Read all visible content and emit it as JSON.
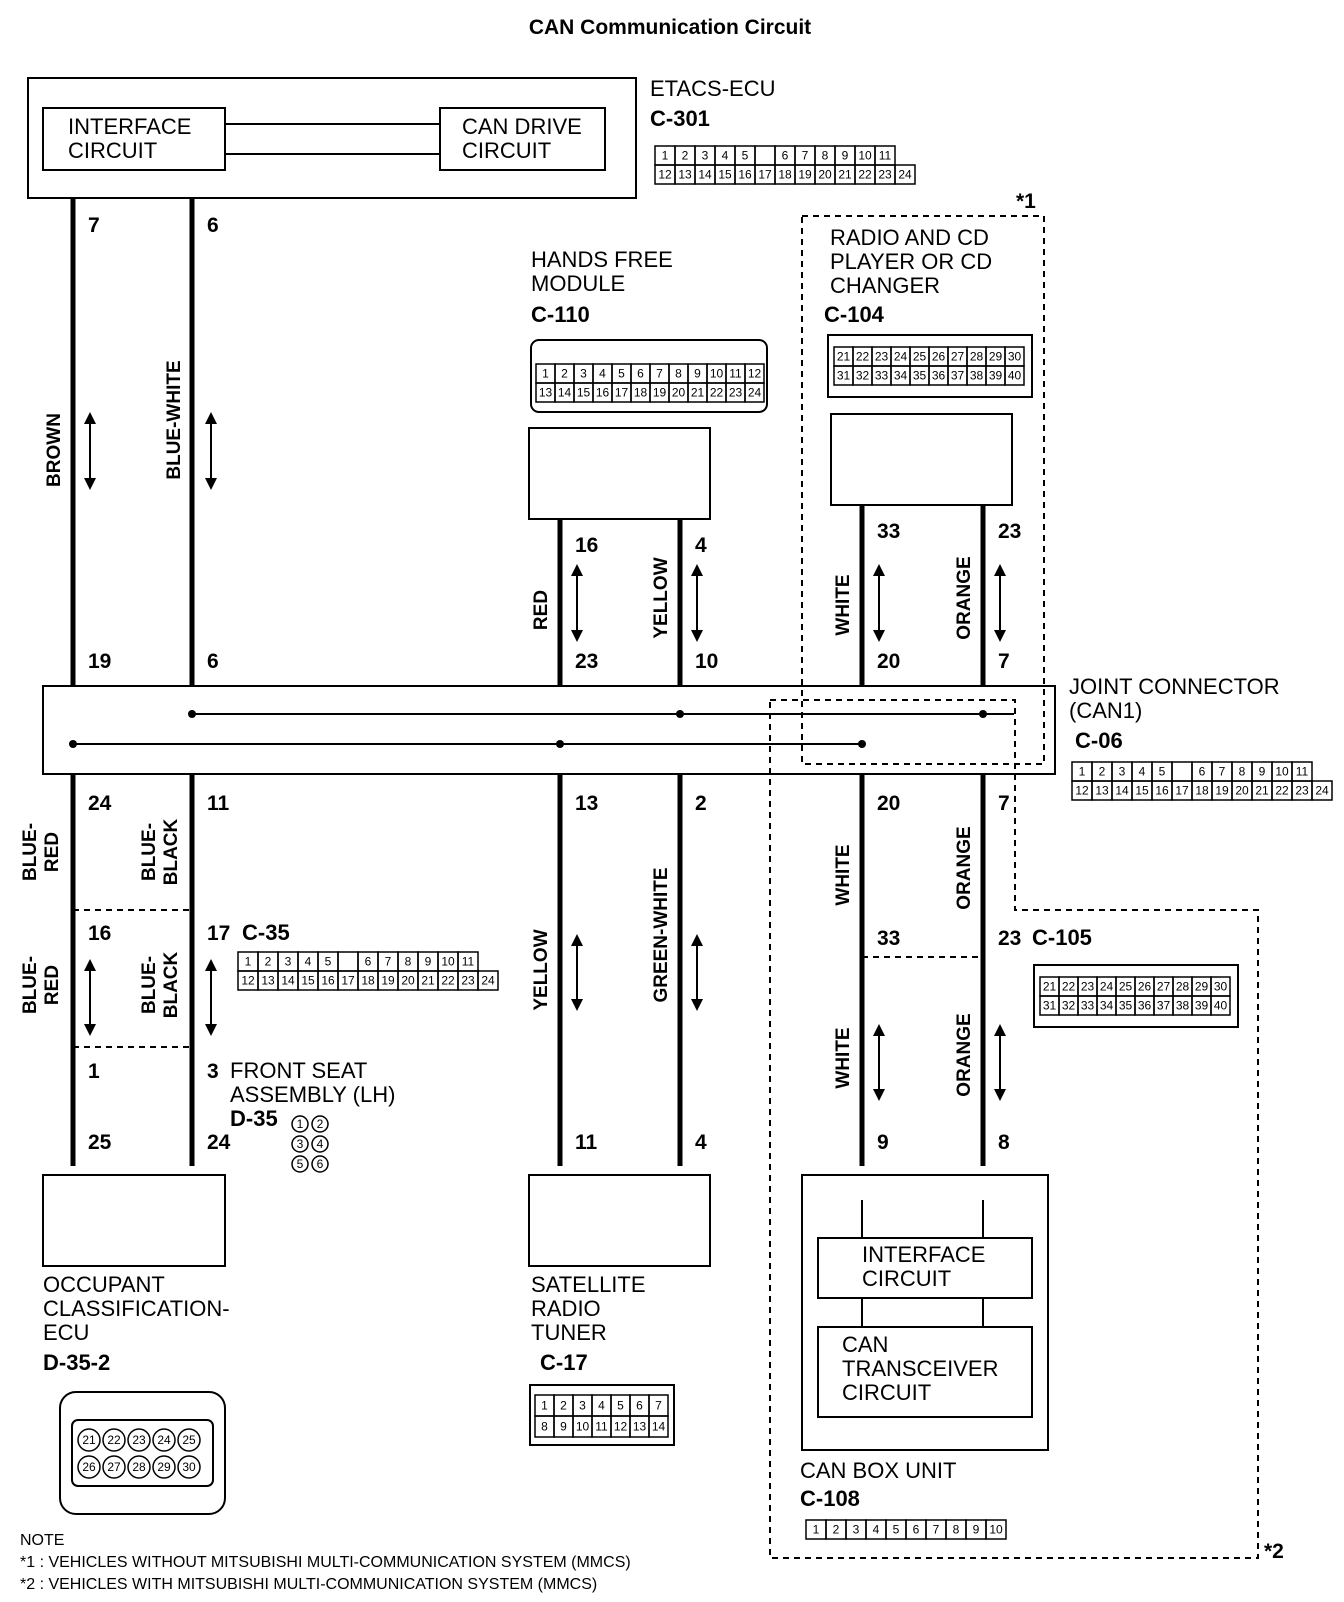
{
  "title": "CAN Communication Circuit",
  "etacs": {
    "name": "ETACS-ECU",
    "connector": "C-301",
    "interface_line1": "INTERFACE",
    "interface_line2": "CIRCUIT",
    "drive_line1": "CAN DRIVE",
    "drive_line2": "CIRCUIT"
  },
  "hands_free": {
    "line1": "HANDS FREE",
    "line2": "MODULE",
    "connector": "C-110"
  },
  "radio": {
    "line1": "RADIO AND CD",
    "line2": "PLAYER OR CD",
    "line3": "CHANGER",
    "connector": "C-104"
  },
  "joint": {
    "line1": "JOINT CONNECTOR",
    "line2": "(CAN1)",
    "connector": "C-06"
  },
  "c35": {
    "connector": "C-35"
  },
  "c105": {
    "connector": "C-105"
  },
  "front_seat": {
    "line1": "FRONT SEAT",
    "line2": "ASSEMBLY (LH)",
    "connector": "D-35"
  },
  "occupant": {
    "line1": "OCCUPANT",
    "line2": "CLASSIFICATION-",
    "line3": "ECU",
    "connector": "D-35-2"
  },
  "satellite": {
    "line1": "SATELLITE",
    "line2": "RADIO",
    "line3": "TUNER",
    "connector": "C-17"
  },
  "can_box": {
    "name": "CAN BOX UNIT",
    "connector": "C-108",
    "interface_line1": "INTERFACE",
    "interface_line2": "CIRCUIT",
    "trans_line1": "CAN",
    "trans_line2": "TRANSCEIVER",
    "trans_line3": "CIRCUIT"
  },
  "wires": {
    "brown": "BROWN",
    "blue_white": "BLUE-WHITE",
    "red": "RED",
    "yellow": "YELLOW",
    "white": "WHITE",
    "orange": "ORANGE",
    "blue": "BLUE-",
    "red2": "RED",
    "black": "BLACK",
    "green_white": "GREEN-WHITE"
  },
  "pins": {
    "p7": "7",
    "p6": "6",
    "p19": "19",
    "p6b": "6",
    "p24": "24",
    "p11": "11",
    "p16": "16",
    "p17": "17",
    "p1": "1",
    "p3": "3",
    "p25": "25",
    "p24b": "24",
    "p16r": "16",
    "p4y": "4",
    "p23r": "23",
    "p10y": "10",
    "p13": "13",
    "p2": "2",
    "p11s": "11",
    "p4s": "4",
    "p33w": "33",
    "p23o": "23",
    "p20w": "20",
    "p7o": "7",
    "p20wb": "20",
    "p7ob": "7",
    "p33wb": "33",
    "p23ob": "23",
    "p9": "9",
    "p8": "8"
  },
  "marks": {
    "m1": "*1",
    "m2": "*2"
  },
  "note": {
    "head": "NOTE",
    "n1": "*1 : VEHICLES WITHOUT MITSUBISHI MULTI-COMMUNICATION SYSTEM (MMCS)",
    "n2": "*2 : VEHICLES WITH MITSUBISHI MULTI-COMMUNICATION SYSTEM (MMCS)"
  },
  "grids": {
    "c301": {
      "top": [
        "1",
        "2",
        "3",
        "4",
        "5",
        "",
        "6",
        "7",
        "8",
        "9",
        "10",
        "11"
      ],
      "bottom": [
        "12",
        "13",
        "14",
        "15",
        "16",
        "17",
        "18",
        "19",
        "20",
        "21",
        "22",
        "23",
        "24"
      ]
    },
    "c110": {
      "top": [
        "1",
        "2",
        "3",
        "4",
        "5",
        "6",
        "7",
        "8",
        "9",
        "10",
        "11",
        "12"
      ],
      "bottom": [
        "13",
        "14",
        "15",
        "16",
        "17",
        "18",
        "19",
        "20",
        "21",
        "22",
        "23",
        "24"
      ]
    },
    "c104": {
      "top": [
        "21",
        "22",
        "23",
        "24",
        "25",
        "26",
        "27",
        "28",
        "29",
        "30"
      ],
      "bottom": [
        "31",
        "32",
        "33",
        "34",
        "35",
        "36",
        "37",
        "38",
        "39",
        "40"
      ]
    },
    "c06": {
      "top": [
        "1",
        "2",
        "3",
        "4",
        "5",
        "",
        "6",
        "7",
        "8",
        "9",
        "10",
        "11"
      ],
      "bottom": [
        "12",
        "13",
        "14",
        "15",
        "16",
        "17",
        "18",
        "19",
        "20",
        "21",
        "22",
        "23",
        "24"
      ]
    },
    "c35": {
      "top": [
        "1",
        "2",
        "3",
        "4",
        "5",
        "",
        "6",
        "7",
        "8",
        "9",
        "10",
        "11"
      ],
      "bottom": [
        "12",
        "13",
        "14",
        "15",
        "16",
        "17",
        "18",
        "19",
        "20",
        "21",
        "22",
        "23",
        "24"
      ]
    },
    "c105": {
      "top": [
        "21",
        "22",
        "23",
        "24",
        "25",
        "26",
        "27",
        "28",
        "29",
        "30"
      ],
      "bottom": [
        "31",
        "32",
        "33",
        "34",
        "35",
        "36",
        "37",
        "38",
        "39",
        "40"
      ]
    },
    "c17": {
      "top": [
        "1",
        "2",
        "3",
        "4",
        "5",
        "6",
        "7"
      ],
      "bottom": [
        "8",
        "9",
        "10",
        "11",
        "12",
        "13",
        "14"
      ]
    },
    "c108": {
      "top": [
        "1",
        "2",
        "3",
        "4",
        "5",
        "6",
        "7",
        "8",
        "9",
        "10"
      ]
    },
    "d35": {
      "top": [
        "1",
        "3",
        "5"
      ],
      "bottom": [
        "2",
        "4",
        "6"
      ]
    },
    "d352": {
      "top": [
        "21",
        "22",
        "23",
        "24",
        "25"
      ],
      "bottom": [
        "26",
        "27",
        "28",
        "29",
        "30"
      ]
    }
  }
}
